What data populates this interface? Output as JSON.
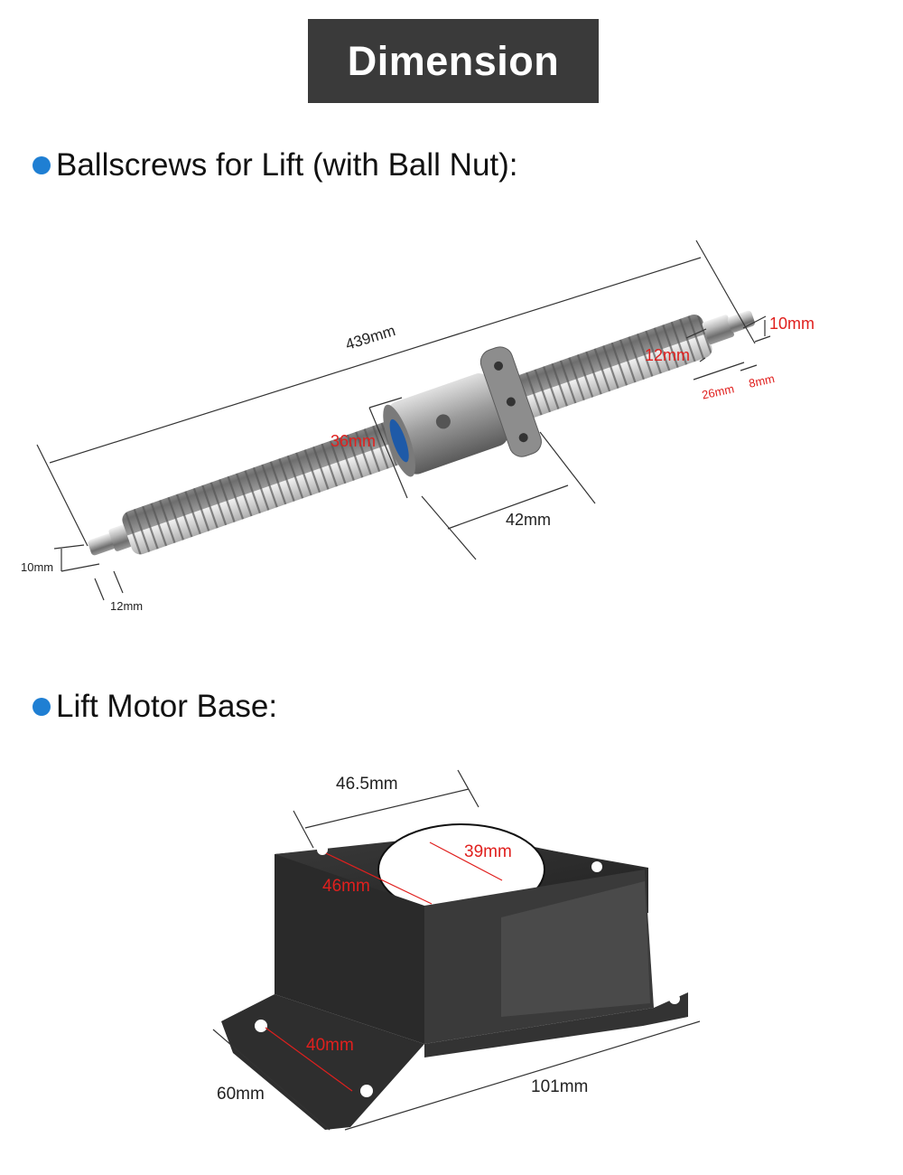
{
  "header": {
    "title": "Dimension"
  },
  "sections": [
    {
      "heading": "Ballscrews for Lift (with Ball Nut):"
    },
    {
      "heading": "Lift Motor Base:"
    }
  ],
  "ballscrew": {
    "length": "439mm",
    "nut_diameter": "36mm",
    "nut_flange": "42mm",
    "right_end_dia": "10mm",
    "right_journal_dia": "12mm",
    "right_journal_len": "26mm",
    "right_end_len": "8mm",
    "left_end_dia": "10mm",
    "left_end_len": "12mm"
  },
  "motor_base": {
    "width_top": "46.5mm",
    "hole_dia": "39mm",
    "hole_spacing": "46mm",
    "foot_spacing": "40mm",
    "depth": "60mm",
    "length": "101mm"
  },
  "colors": {
    "bullet": "#1f7fd3",
    "dimension_red": "#e0201e",
    "title_bg": "#3a3a3a"
  }
}
